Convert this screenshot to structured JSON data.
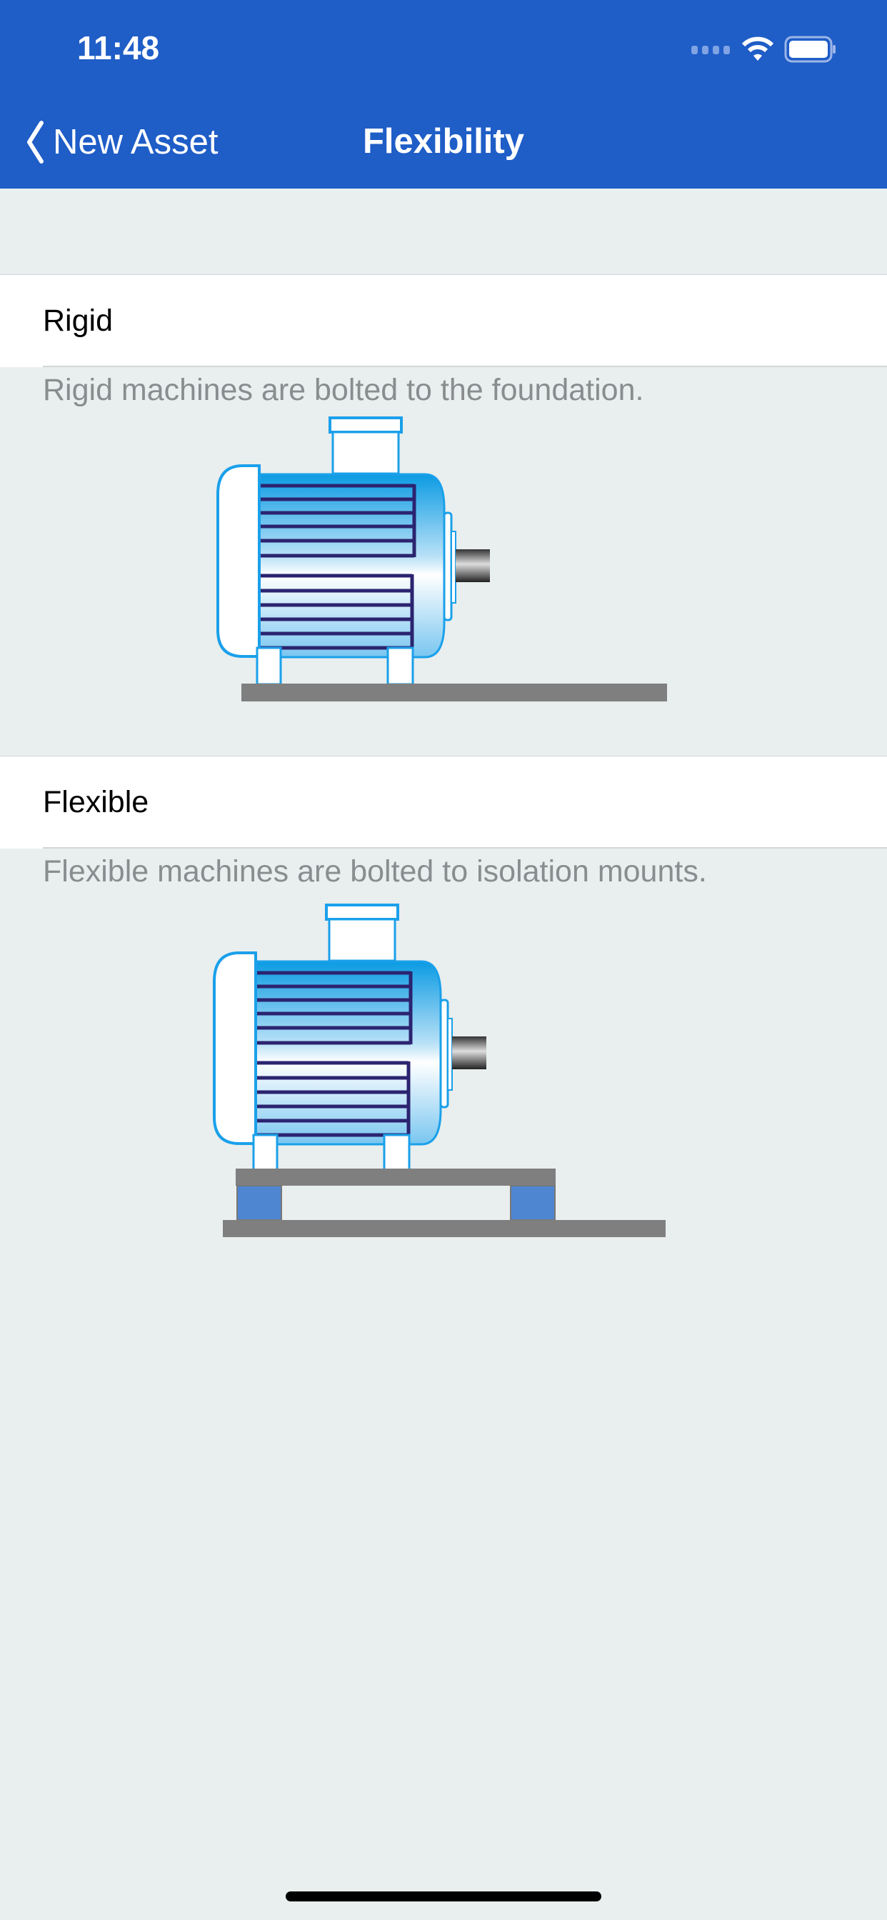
{
  "status_bar": {
    "time": "11:48"
  },
  "nav": {
    "back_label": "New Asset",
    "title": "Flexibility"
  },
  "options": [
    {
      "label": "Rigid",
      "description": "Rigid machines are bolted to the foundation."
    },
    {
      "label": "Flexible",
      "description": "Flexible machines are bolted to isolation mounts."
    }
  ],
  "colors": {
    "nav": "#1f5dc7",
    "background": "#e9eeee"
  }
}
